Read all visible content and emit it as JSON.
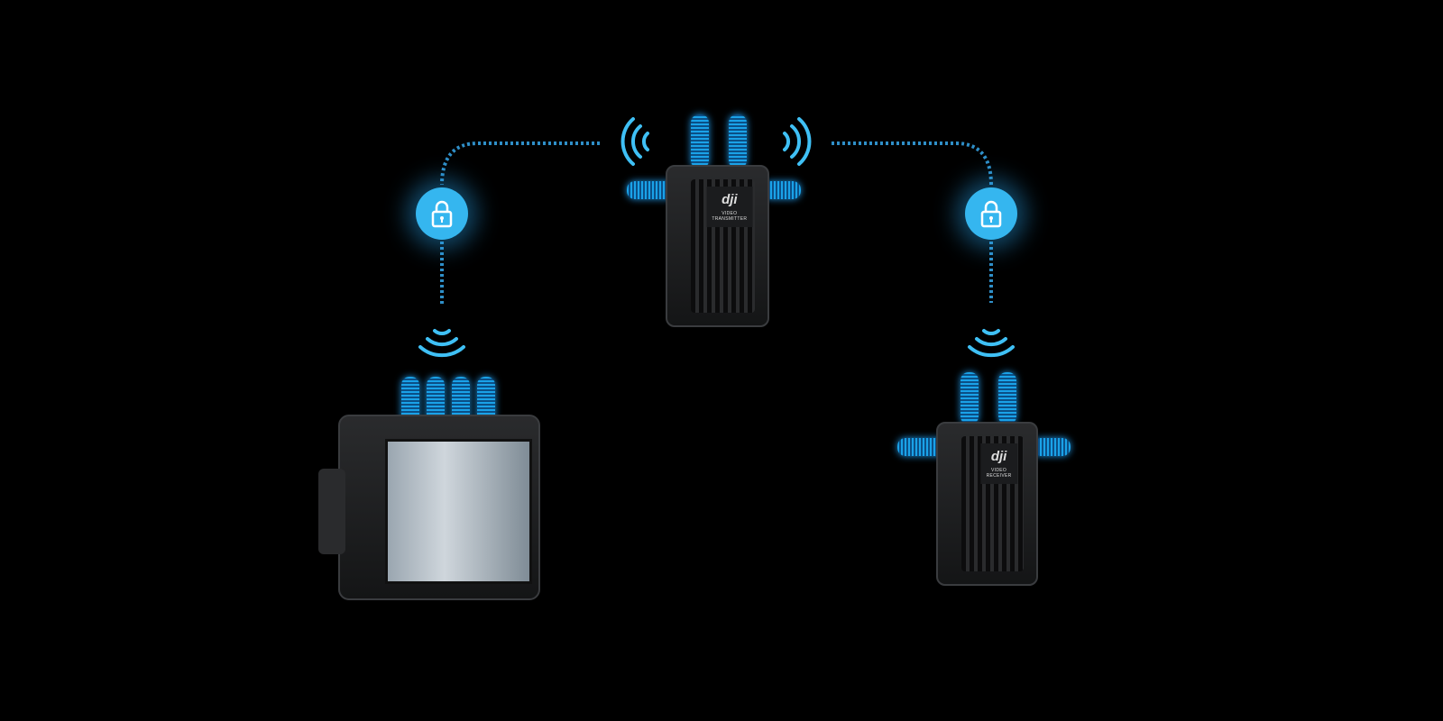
{
  "transmitter": {
    "brand": "dji",
    "label": "VIDEO TRANSMITTER"
  },
  "receiver": {
    "brand": "dji",
    "label": "VIDEO RECEIVER"
  },
  "monitor": {
    "name": "monitor"
  },
  "colors": {
    "accent": "#35b6ef",
    "background": "#000000"
  }
}
